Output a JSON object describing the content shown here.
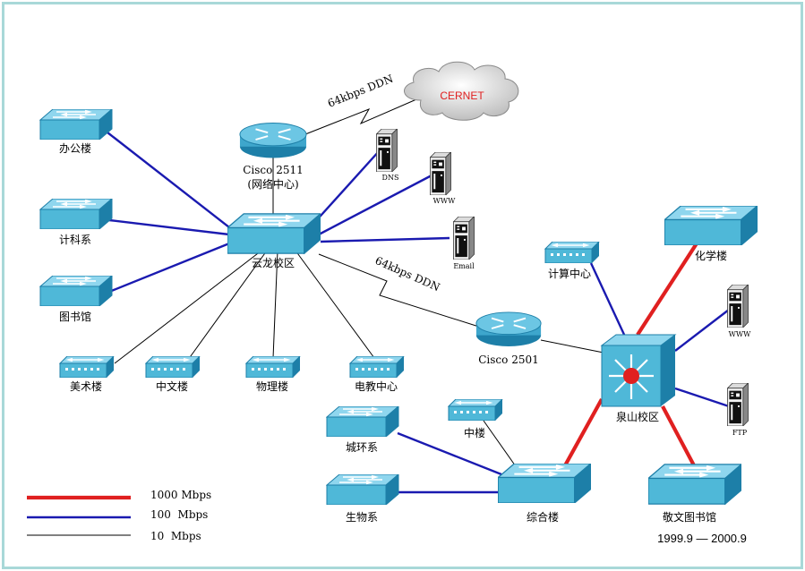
{
  "colors": {
    "link_1000": "#e02020",
    "link_100": "#1a1ab0",
    "link_10": "#000000",
    "device": "#4fb8d8",
    "device_dark": "#1d7fa8"
  },
  "wan": {
    "cloud": "CERNET",
    "ddn_top": "64kbps DDN",
    "ddn_mid": "64kbps DDN"
  },
  "nodes": {
    "router_center": "Cisco 2511",
    "router_center_sub": "(网络中心)",
    "router_quanshan": "Cisco 2501",
    "core_yunlong": "云龙校区",
    "core_quanshan": "泉山校区",
    "office": "办公楼",
    "jike": "计科系",
    "library": "图书馆",
    "meishu": "美术楼",
    "zhongwen": "中文楼",
    "wuli": "物理楼",
    "dianjiao": "电教中心",
    "jisuan": "计算中心",
    "huaxue": "化学楼",
    "chenghuan": "城环系",
    "zhonglou": "中楼",
    "shengwu": "生物系",
    "zonghe": "综合楼",
    "jingwen": "敬文图书馆"
  },
  "servers": {
    "dns": "DNS",
    "www1": "WWW",
    "email": "Email",
    "www2": "WWW",
    "ftp": "FTP"
  },
  "legend": [
    {
      "label": "1000 Mbps",
      "kind": "link_1000"
    },
    {
      "label": "100  Mbps",
      "kind": "link_100"
    },
    {
      "label": "10  Mbps",
      "kind": "link_10"
    }
  ],
  "date_range": "1999.9 — 2000.9"
}
